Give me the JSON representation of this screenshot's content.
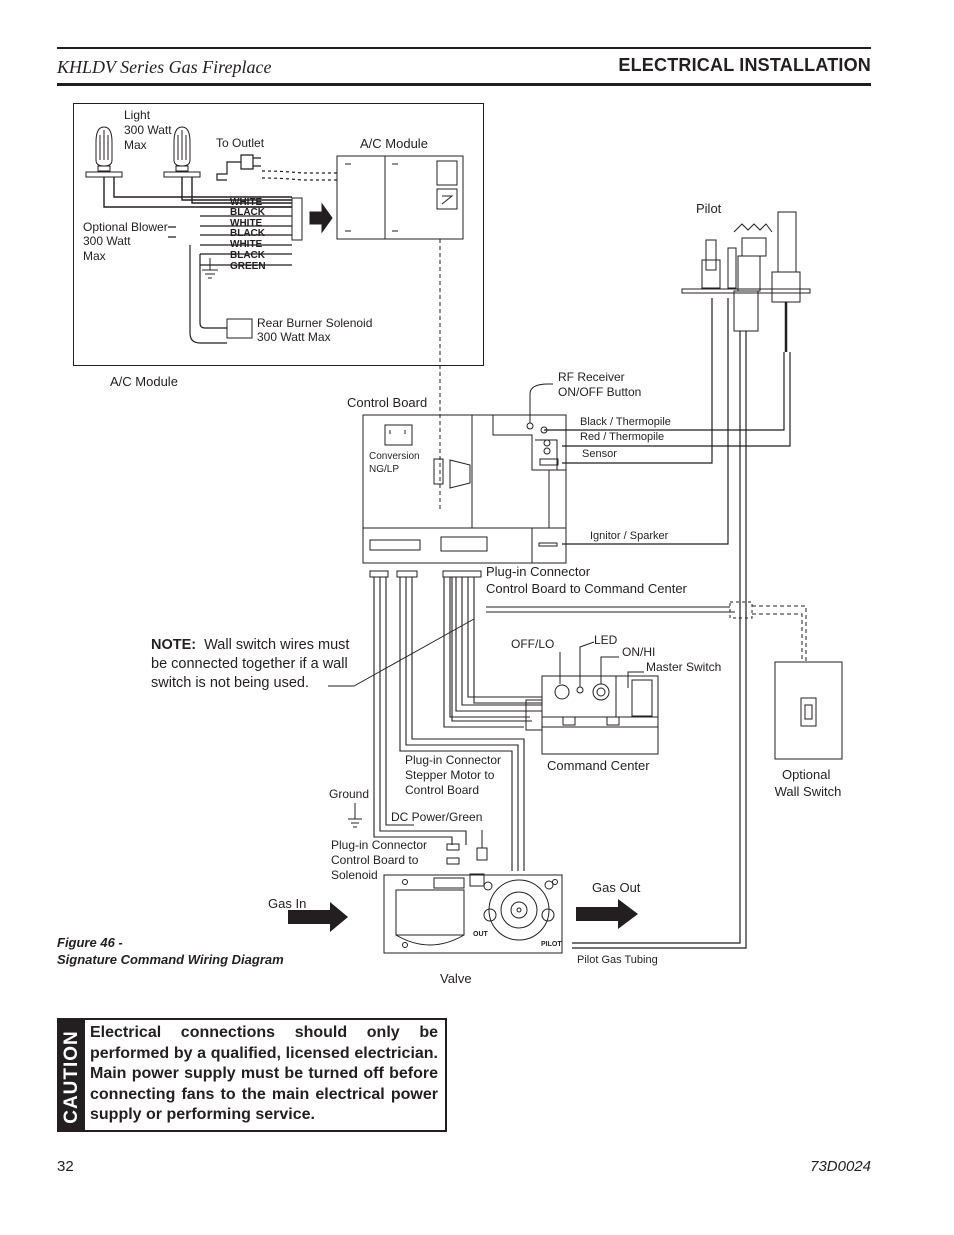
{
  "header": {
    "series_title": "KHLDV Series Gas Fireplace",
    "section_title": "ELECTRICAL INSTALLATION"
  },
  "diagram": {
    "inset": {
      "light_label_lines": [
        "Light",
        "300 Watt",
        "Max"
      ],
      "to_outlet": "To Outlet",
      "ac_module_label": "A/C Module",
      "optional_blower_lines": [
        "Optional Blower",
        "300 Watt",
        "Max"
      ],
      "wire_labels": [
        "WHITE",
        "BLACK",
        "WHITE",
        "BLACK",
        "WHITE",
        "BLACK",
        "GREEN"
      ],
      "rear_burner_lines": [
        "Rear Burner Solenoid",
        "300 Watt Max"
      ]
    },
    "ac_module_caption": "A/C Module",
    "pilot": "Pilot",
    "rf_receiver_lines": [
      "RF Receiver",
      "ON/OFF Button"
    ],
    "control_board": "Control Board",
    "conversion_lines": [
      "Conversion",
      "NG/LP"
    ],
    "black_thermopile": "Black / Thermopile",
    "red_thermopile": "Red / Thermopile",
    "sensor": "Sensor",
    "ignitor": "Ignitor / Sparker",
    "plugin_cc_lines": [
      "Plug-in Connector",
      "Control Board to Command Center"
    ],
    "note_bold": "NOTE:",
    "note_lines": [
      "Wall switch wires must",
      "be connected together if a wall",
      "switch is not being used."
    ],
    "off_lo": "OFF/LO",
    "led": "LED",
    "on_hi": "ON/HI",
    "master_switch": "Master Switch",
    "command_center": "Command Center",
    "optional_wall_switch_lines": [
      "Optional",
      "Wall Switch"
    ],
    "plugin_stepper_lines": [
      "Plug-in Connector",
      "Stepper Motor to",
      "Control Board"
    ],
    "ground": "Ground",
    "dc_power": "DC Power/Green",
    "plugin_solenoid_lines": [
      "Plug-in Connector",
      "Control Board to",
      "Solenoid"
    ],
    "gas_in": "Gas In",
    "gas_out": "Gas Out",
    "valve": "Valve",
    "pilot_gas_tubing": "Pilot Gas Tubing",
    "valve_out": "OUT",
    "valve_pilot": "PILOT"
  },
  "figure": {
    "number": "Figure 46 -",
    "title": "Signature Command Wiring Diagram"
  },
  "caution": {
    "word": "CAUTION",
    "text": "Electrical connections should only be performed by a qualified, licensed electrician. Main power supply must be turned off before connecting fans to the main electrical power supply or performing service."
  },
  "footer": {
    "page_number": "32",
    "doc_number": "73D0024"
  }
}
